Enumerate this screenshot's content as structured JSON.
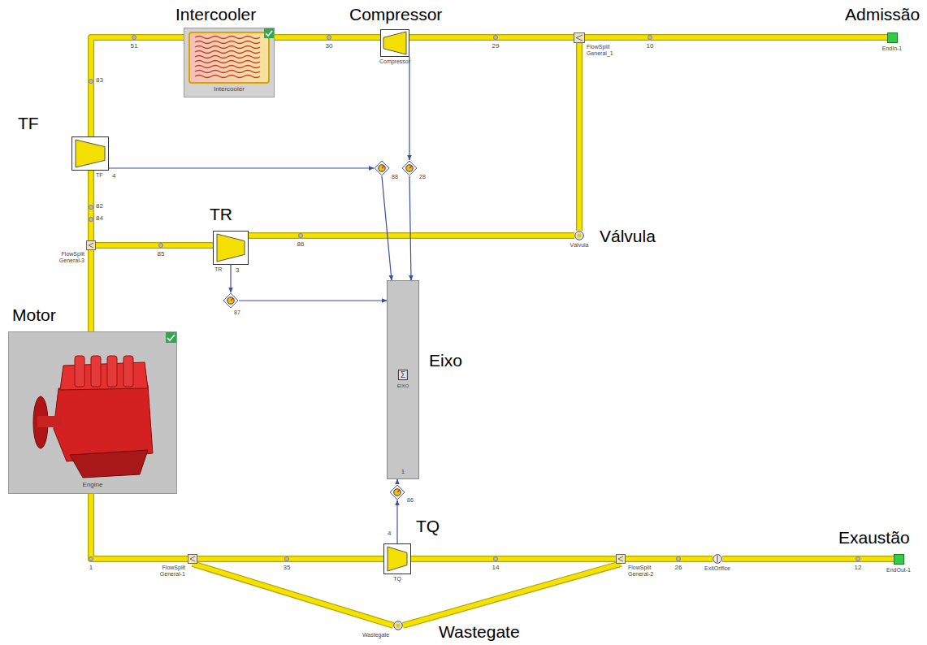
{
  "diagram": {
    "nodes": [
      {
        "text": [
          "Intercooler",
          "Intercooler"
        ]
      },
      {
        "text": [
          "Compressor",
          "Compressor"
        ]
      },
      {
        "text": [
          "FlowSplit General_1"
        ]
      },
      {
        "text": [
          "Admissão",
          "EndIn-1"
        ]
      },
      {
        "text": [
          "TF",
          "TF"
        ]
      },
      {
        "text": [
          "TR",
          "TR"
        ]
      },
      {
        "text": [
          "Válvula",
          "Válvula"
        ]
      },
      {
        "text": [
          "FlowSplit General-3"
        ]
      },
      {
        "text": [
          "Motor",
          "Engine"
        ]
      },
      {
        "text": [
          "Eixo",
          "Σ",
          "EIXO"
        ]
      },
      {
        "text": [
          "88"
        ]
      },
      {
        "text": [
          "28"
        ]
      },
      {
        "text": [
          "87"
        ]
      },
      {
        "text": [
          "86"
        ]
      },
      {
        "text": [
          "TQ",
          "TQ"
        ]
      },
      {
        "text": [
          "FlowSplit General-1"
        ]
      },
      {
        "text": [
          "FlowSplit General-2"
        ]
      },
      {
        "text": [
          "Wastegate",
          "Wastegate"
        ]
      },
      {
        "text": [
          "ExitOrifice"
        ]
      },
      {
        "text": [
          "Exaustão",
          "EndOut-1"
        ]
      }
    ],
    "edges": [
      {
        "from": 3,
        "to": 2,
        "arrow": "none",
        "label": "10"
      },
      {
        "from": 2,
        "to": 1,
        "arrow": "none",
        "label": "29"
      },
      {
        "from": 1,
        "to": 0,
        "arrow": "none",
        "label": "30"
      },
      {
        "from": 0,
        "to": 4,
        "arrow": "none",
        "label": "51"
      },
      {
        "from": 4,
        "to": 7,
        "arrow": "none",
        "label": "82"
      },
      {
        "from": 7,
        "to": 5,
        "arrow": "none",
        "label": "85"
      },
      {
        "from": 5,
        "to": 6,
        "arrow": "none",
        "label": "86"
      },
      {
        "from": 6,
        "to": 2,
        "arrow": "none"
      },
      {
        "from": 7,
        "to": 8,
        "arrow": "none"
      },
      {
        "from": 8,
        "to": 15,
        "arrow": "none",
        "label": "1"
      },
      {
        "from": 15,
        "to": 14,
        "arrow": "none",
        "label": "35"
      },
      {
        "from": 14,
        "to": 16,
        "arrow": "none",
        "label": "14"
      },
      {
        "from": 16,
        "to": 18,
        "arrow": "none",
        "label": "26"
      },
      {
        "from": 18,
        "to": 19,
        "arrow": "none",
        "label": "12"
      },
      {
        "from": 15,
        "to": 17,
        "arrow": "none"
      },
      {
        "from": 17,
        "to": 16,
        "arrow": "none"
      },
      {
        "from": 4,
        "to": 10,
        "arrow": "to"
      },
      {
        "from": 1,
        "to": 11,
        "arrow": "to"
      },
      {
        "from": 10,
        "to": 9,
        "arrow": "to"
      },
      {
        "from": 11,
        "to": 9,
        "arrow": "to"
      },
      {
        "from": 5,
        "to": 12,
        "arrow": "to"
      },
      {
        "from": 12,
        "to": 9,
        "arrow": "to"
      },
      {
        "from": 14,
        "to": 13,
        "arrow": "to"
      },
      {
        "from": 13,
        "to": 9,
        "arrow": "to"
      }
    ],
    "labels": [
      "83",
      "84",
      "4",
      "3",
      "4",
      "1"
    ]
  }
}
